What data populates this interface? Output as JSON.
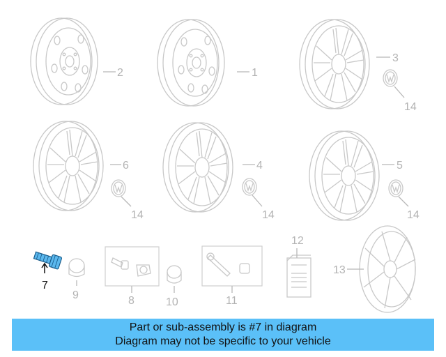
{
  "callouts": {
    "wheel_steel_a": "2",
    "wheel_steel_b": "1",
    "wheel_alloy_a": "3",
    "wheel_alloy_b": "6",
    "wheel_alloy_c": "4",
    "wheel_alloy_d": "5",
    "cap_a": "14",
    "cap_b": "14",
    "cap_c": "14",
    "cap_d": "14",
    "bolt": "7",
    "cap_small": "9",
    "lock_kit": "8",
    "lock_cap": "10",
    "valve_kit": "11",
    "label": "12",
    "hubcap": "13"
  },
  "highlight": {
    "callout": "7",
    "color": "#5bb8ee"
  },
  "banner": {
    "line1": "Part or sub-assembly is #7 in diagram",
    "line2": "Diagram may not be specific to your vehicle",
    "color": "#5bc0f8"
  }
}
